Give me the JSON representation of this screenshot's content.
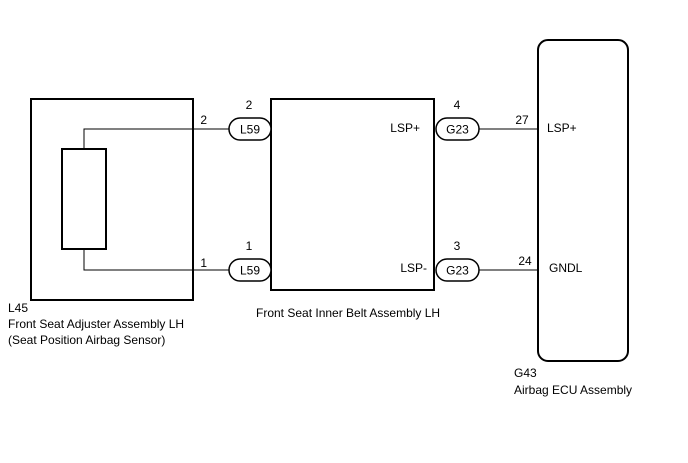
{
  "components": {
    "sensor": {
      "code": "L45",
      "name": "Front Seat Adjuster Assembly LH",
      "subname": "(Seat Position Airbag Sensor)"
    },
    "belt": {
      "name": "Front Seat Inner Belt Assembly LH"
    },
    "ecu": {
      "code": "G43",
      "name": "Airbag ECU Assembly"
    }
  },
  "connectors": {
    "left_top": {
      "label": "L59",
      "pin_left": "2",
      "pin_top": "2"
    },
    "left_bottom": {
      "label": "L59",
      "pin_left": "1",
      "pin_top": "1"
    },
    "right_top": {
      "label": "G23",
      "pin_top": "4",
      "pin_ecu": "27"
    },
    "right_bottom": {
      "label": "G23",
      "pin_top": "3",
      "pin_ecu": "24"
    }
  },
  "signals": {
    "belt_top": "LSP+",
    "belt_bottom": "LSP-",
    "ecu_top": "LSP+",
    "ecu_bottom": "GNDL"
  },
  "colors": {
    "line": "#000000",
    "background": "#ffffff"
  }
}
